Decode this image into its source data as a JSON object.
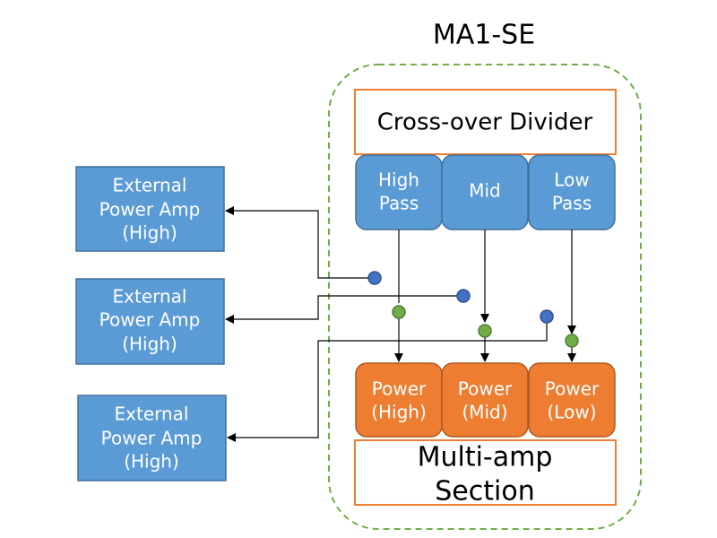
{
  "title": "MA1-SE",
  "crossover_label": "Cross-over Divider",
  "filters": [
    {
      "line1": "High",
      "line2": "Pass"
    },
    {
      "line1": "Mid",
      "line2": ""
    },
    {
      "line1": "Low",
      "line2": "Pass"
    }
  ],
  "power_blocks": [
    {
      "line1": "Power",
      "line2": "(High)"
    },
    {
      "line1": "Power",
      "line2": "(Mid)"
    },
    {
      "line1": "Power",
      "line2": "(Low)"
    }
  ],
  "multiamp_label": {
    "line1": "Multi-amp",
    "line2": "Section"
  },
  "external_amps": [
    {
      "line1": "External",
      "line2": "Power Amp",
      "line3": "(High)"
    },
    {
      "line1": "External",
      "line2": "Power Amp",
      "line3": "(High)"
    },
    {
      "line1": "External",
      "line2": "Power Amp",
      "line3": "(High)"
    }
  ],
  "colors": {
    "filter_fill": "#5b9bd5",
    "filter_stroke": "#41719c",
    "power_fill": "#ed7d31",
    "power_stroke": "#ae5a21",
    "orange_outline": "#ed7d31",
    "dashed_border": "#70ad47",
    "tap_blue": "#4472c4",
    "junction_green": "#70ad47"
  }
}
